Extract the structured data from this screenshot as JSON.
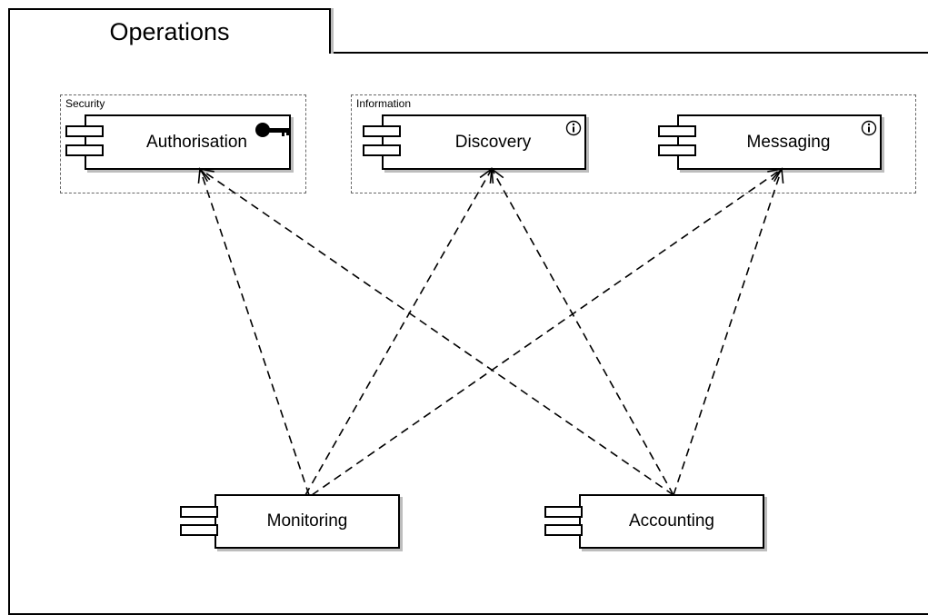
{
  "package": {
    "title": "Operations"
  },
  "groups": {
    "security": {
      "label": "Security"
    },
    "information": {
      "label": "Information"
    }
  },
  "components": {
    "authorisation": {
      "label": "Authorisation",
      "badge": "key-icon"
    },
    "discovery": {
      "label": "Discovery",
      "badge": "info-icon"
    },
    "messaging": {
      "label": "Messaging",
      "badge": "info-icon"
    },
    "monitoring": {
      "label": "Monitoring"
    },
    "accounting": {
      "label": "Accounting"
    }
  },
  "dependencies": [
    {
      "from": "monitoring",
      "to": "authorisation"
    },
    {
      "from": "monitoring",
      "to": "discovery"
    },
    {
      "from": "monitoring",
      "to": "messaging"
    },
    {
      "from": "accounting",
      "to": "authorisation"
    },
    {
      "from": "accounting",
      "to": "discovery"
    },
    {
      "from": "accounting",
      "to": "messaging"
    }
  ]
}
